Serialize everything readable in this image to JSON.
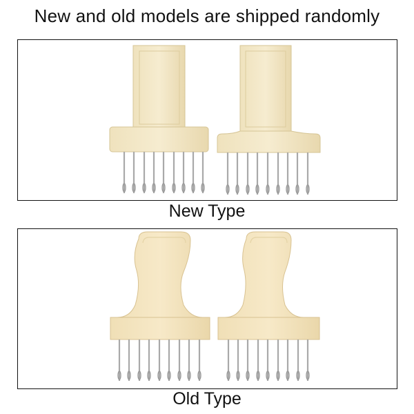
{
  "headline": "New and old models are shipped randomly",
  "sections": [
    {
      "id": "new",
      "caption": "New Type",
      "tools": 2,
      "needles_per_tool": 9
    },
    {
      "id": "old",
      "caption": "Old Type",
      "tools": 2,
      "needles_per_tool": 9
    }
  ],
  "colors": {
    "plastic": "#f2e6c4",
    "plastic_shadow": "#dfd0a6",
    "needle": "#a9a9a9",
    "needle_highlight": "#e2e2e2",
    "border": "#111111"
  }
}
